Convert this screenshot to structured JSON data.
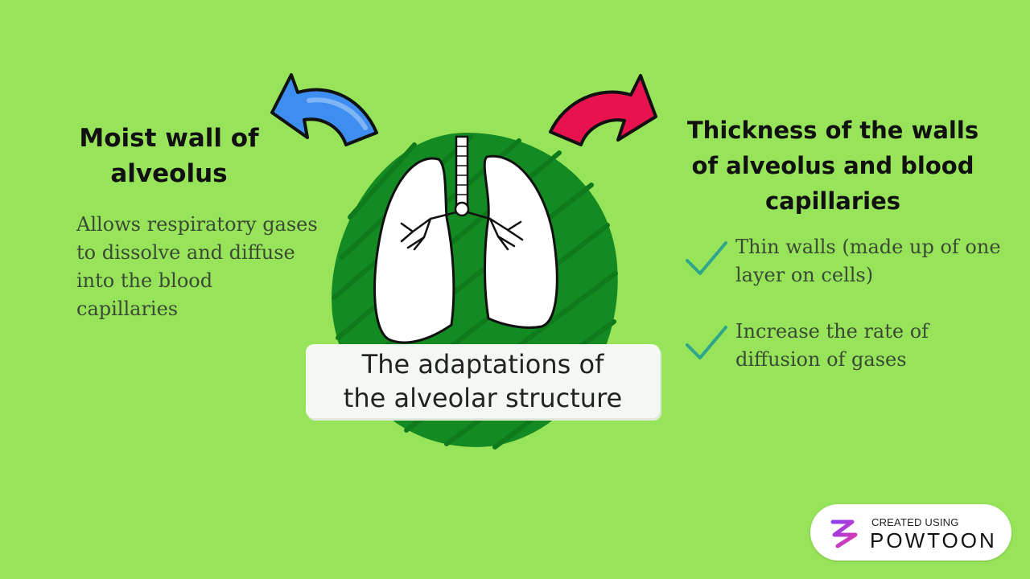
{
  "left": {
    "title_line1": "Moist wall of",
    "title_line2": "alveolus",
    "description": "Allows respiratory gases to dissolve and diffuse into the blood capillaries"
  },
  "right": {
    "title_line1": "Thickness of the walls",
    "title_line2": "of alveolus and blood",
    "title_line3": "capillaries",
    "points": [
      {
        "icon": "check-icon",
        "text": "Thin walls (made up of one layer on cells)"
      },
      {
        "icon": "check-icon",
        "text": "Increase the rate of diffusion of gases"
      }
    ]
  },
  "center": {
    "image": "lungs-illustration",
    "caption_line1": "The adaptations of",
    "caption_line2": "the alveolar structure"
  },
  "badge": {
    "small_text": "CREATED USING",
    "big_text": "POWTOON"
  },
  "colors": {
    "background": "#97e35a",
    "arrow_left": "#3d8ef0",
    "arrow_right": "#e8134e",
    "check": "#2fa58c",
    "scribble": "#148a22"
  }
}
